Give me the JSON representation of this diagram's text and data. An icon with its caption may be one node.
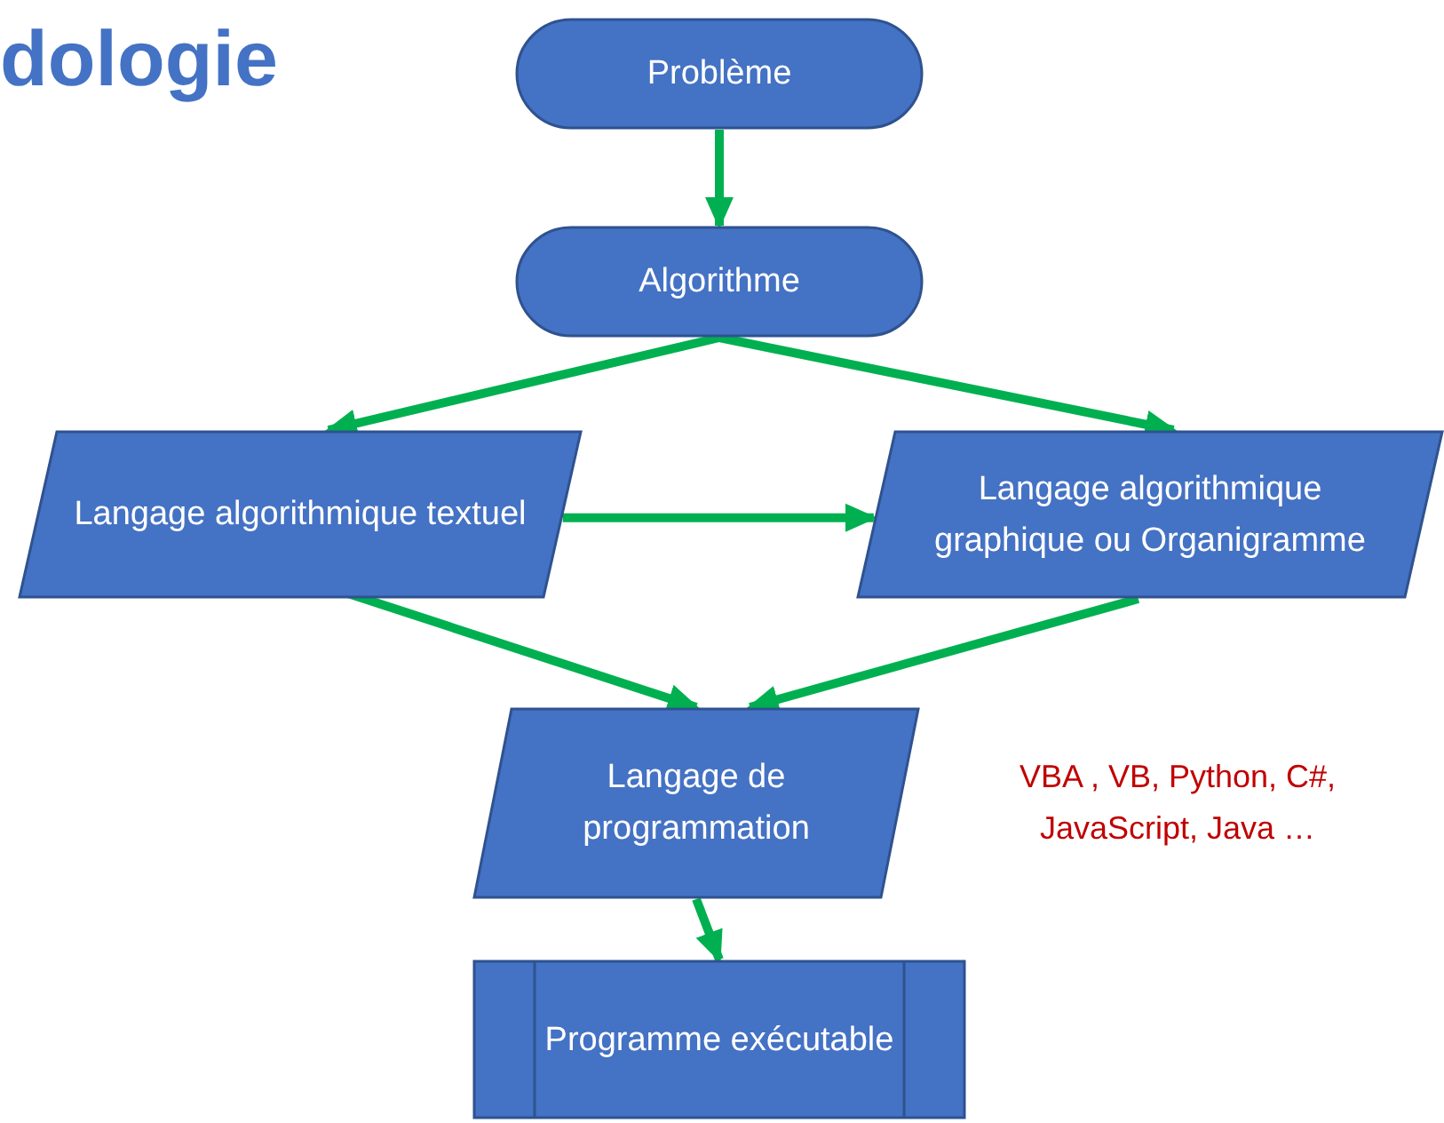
{
  "diagram": {
    "title": "dologie",
    "nodes": [
      {
        "text": [
          "Problème"
        ]
      },
      {
        "text": [
          "Algorithme"
        ]
      },
      {
        "text": [
          "Langage algorithmique textuel"
        ]
      },
      {
        "text": [
          "Langage algorithmique graphique ou Organigramme"
        ]
      },
      {
        "text": [
          "Langage de programmation"
        ],
        "beside": [
          "VBA , VB, Python, C#, JavaScript, Java …"
        ]
      },
      {
        "text": [
          "Programme exécutable"
        ]
      }
    ],
    "edges": [
      {
        "from": 0,
        "to": 1,
        "arrow": "to"
      },
      {
        "from": 1,
        "to": 2,
        "arrow": "to"
      },
      {
        "from": 1,
        "to": 3,
        "arrow": "to"
      },
      {
        "from": 2,
        "to": 3,
        "arrow": "to"
      },
      {
        "from": 2,
        "to": 4,
        "arrow": "to"
      },
      {
        "from": 3,
        "to": 4,
        "arrow": "to"
      },
      {
        "from": 4,
        "to": 5,
        "arrow": "to"
      }
    ]
  }
}
